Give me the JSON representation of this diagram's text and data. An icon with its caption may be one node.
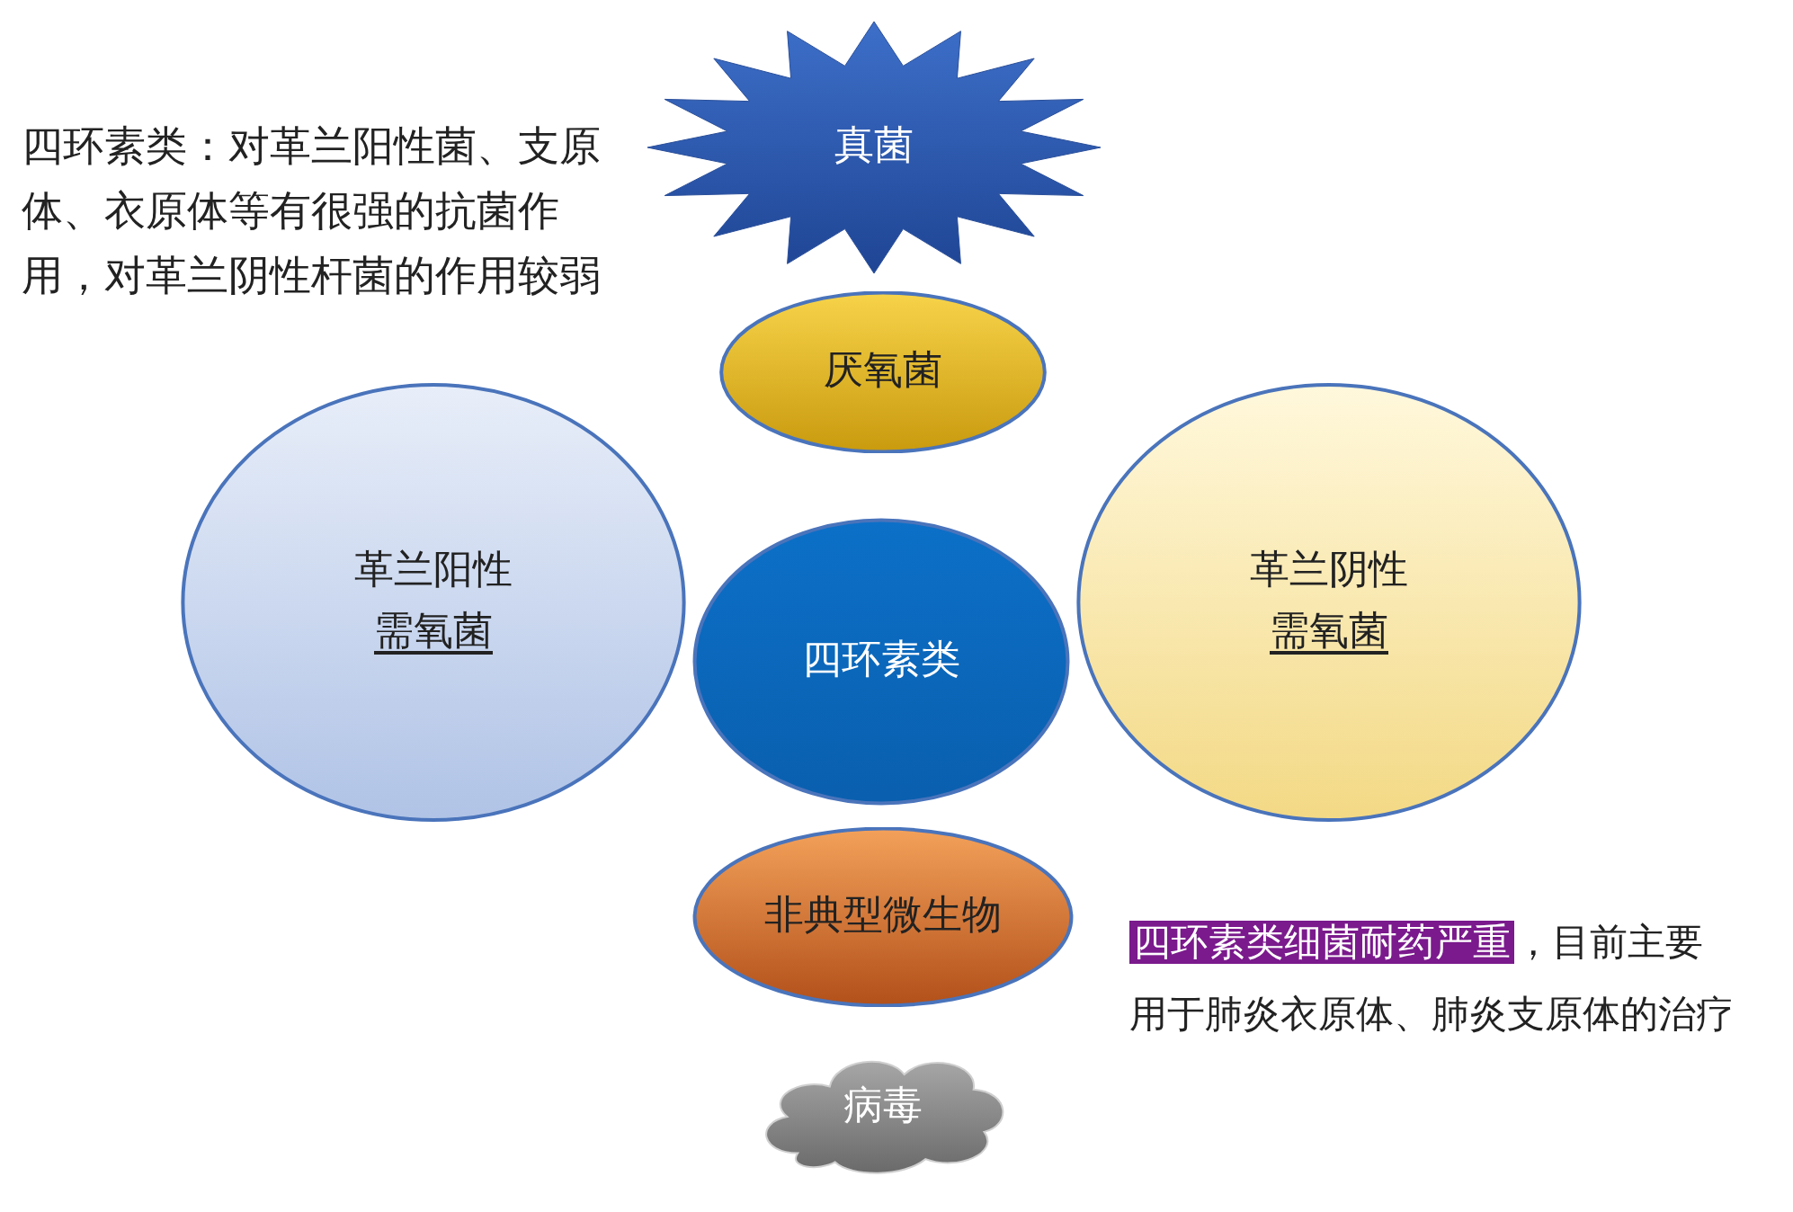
{
  "diagram": {
    "nodes": [
      {
        "text": [
          "真菌"
        ]
      },
      {
        "text": [
          "厌氧菌"
        ]
      },
      {
        "text": [
          "革兰阳性",
          "需氧菌"
        ]
      },
      {
        "text": [
          "革兰阴性",
          "需氧菌"
        ]
      },
      {
        "text": [
          "四环素类"
        ]
      },
      {
        "text": [
          "非典型微生物"
        ]
      },
      {
        "text": [
          "病毒"
        ]
      }
    ],
    "labels": [
      "四环素类：对革兰阳性菌、支原体、衣原体等有很强的抗菌作用，对革兰阴性杆菌的作用较弱",
      "四环素类细菌耐药严重",
      "，目前主要用于肺炎衣原体、肺炎支原体的治疗"
    ]
  }
}
